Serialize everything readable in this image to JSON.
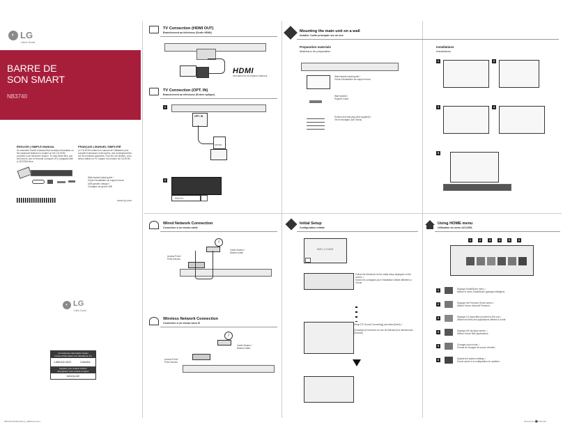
{
  "cover": {
    "brand": "LG",
    "tagline": "Life's Good",
    "title_line1": "BARRE DE",
    "title_line2": "SON SMART",
    "model": "NB3740",
    "en_heading": "ENGLISH | SIMPLE MANUAL",
    "en_text": "An extended Owner's Manual that contains information on the advanced features is located on the CD-ROM provided in an electronic version. To read these files, you will need to use a Personal Computer (PC) equipped with a CD-ROM drive.",
    "fr_heading": "FRANÇAIS | MANUEL SIMPLIFIÉ",
    "fr_text": "Le CD-ROM contient un manuel de l'utilisateur plus complet fournissant, entre autres, des renseignements sur les fonctions avancées. Pour lire ces fichiers, vous devez utiliser un PC équipé d'un lecteur de CD-ROM.",
    "acc_labels": [
      "Wall bracket install guide /",
      "Guide d'installation du support mural",
      "USB gender changer /",
      "Changeur de genre USB"
    ],
    "website": "www.lg.com",
    "cic_title1": "LG Customer Information Center",
    "cic_title2": "Centre d'information à la clientèle de LG",
    "cic_phone": "1-888-542-2623",
    "cic_country": "CANADA",
    "cic_reg1": "Register your product Online!",
    "cic_reg2": "Enregistrez votre produit en ligne!",
    "cic_url": "www.lg.com"
  },
  "hdmi": {
    "title": "TV Connection (HDMI OUT)",
    "subtitle": "Branchement au téléviseur (Sortie HDMI)",
    "logo": "HDMI",
    "logo_sub": "HIGH-DEFINITION MULTIMEDIA INTERFACE"
  },
  "optical": {
    "title": "TV Connection (OPT. IN)",
    "subtitle": "Branchement au téléviseur (Entrée optique)",
    "opt_label": "OPT. IN",
    "optical_label": "OPTICAL",
    "remote_label": "/\\/\\/<\\/>"
  },
  "wired": {
    "title": "Wired Network Connection",
    "subtitle": "Connexion à un réseau câblé",
    "modem": "Cable Modem /",
    "modem_fr": "Modem câble",
    "ap": "Access Point /",
    "ap_fr": "Point d'accès"
  },
  "wireless": {
    "title": "Wireless Network Connection",
    "subtitle": "Connexion à un réseau sans fil",
    "modem": "Cable Modem /",
    "modem_fr": "Modem câble",
    "ap": "Access Point /",
    "ap_fr": "Point d'accès"
  },
  "mount": {
    "title": "Mounting the main unit on a wall",
    "subtitle": "Installer l'unité principale sur un mur",
    "prep": "Preparation materials",
    "prep_fr": "Matériaux de préparation",
    "install": "Installations",
    "install_fr": "Installations",
    "guide": "Wall bracket install guide /",
    "guide_fr": "Guide d'installation du support mural",
    "bracket": "Wall bracket /",
    "bracket_fr": "Support mural",
    "screws": "Screws and wall plug (Not supplied) /",
    "screws_fr": "Vis et ancrages (non inclus)"
  },
  "initial": {
    "title": "Initial Setup",
    "subtitle": "Configuration initiale",
    "welcome": "WELCOME",
    "follow": "Follow the directions for the initial setup displayed on the screen. /",
    "follow_fr": "Suivez les consignes pour l'installation initiale affichées à l'écran.",
    "setup": "Setup [TV Sound Connecting] and select [Next]. /",
    "setup_fr": "Choisissez [Connexion du son de téléviseur] et sélectionnez [Suivant]."
  },
  "home": {
    "title": "Using HOME menu",
    "subtitle": "Utilisation du menu ACCUEIL",
    "steps": [
      "1",
      "2",
      "3",
      "4",
      "5",
      "6"
    ],
    "items": [
      {
        "num": "1",
        "en": "Displays SmartShare menu. /",
        "fr": "Affiche le menu SmartShare (partage intelligent)."
      },
      {
        "num": "2",
        "en": "Displays the Premium Home screen. /",
        "fr": "Affiche l'écran d'accueil Premium."
      },
      {
        "num": "3",
        "en": "Displays LG Apps titles provided to the unit. /",
        "fr": "Affiche les titres des applications offertes à l'unité."
      },
      {
        "num": "4",
        "en": "Displays the My Apps screen. /",
        "fr": "Affiche l'écran Mes applications."
      },
      {
        "num": "5",
        "en": "Changes input mode. /",
        "fr": "Permet de changer de source d'entrée."
      },
      {
        "num": "6",
        "en": "Adjusts the system settings. /",
        "fr": "Donne accès à la configuration du système."
      }
    ]
  },
  "footer": {
    "left": "NB3740-FB.BCANLLK_SIMPLE.indd   1",
    "right": "2014-01-14   ⬛ 6:06 AM"
  },
  "colors": {
    "cover_bg": "#a71e3b",
    "lg_grey": "#8a8a8a",
    "dark": "#222222"
  }
}
